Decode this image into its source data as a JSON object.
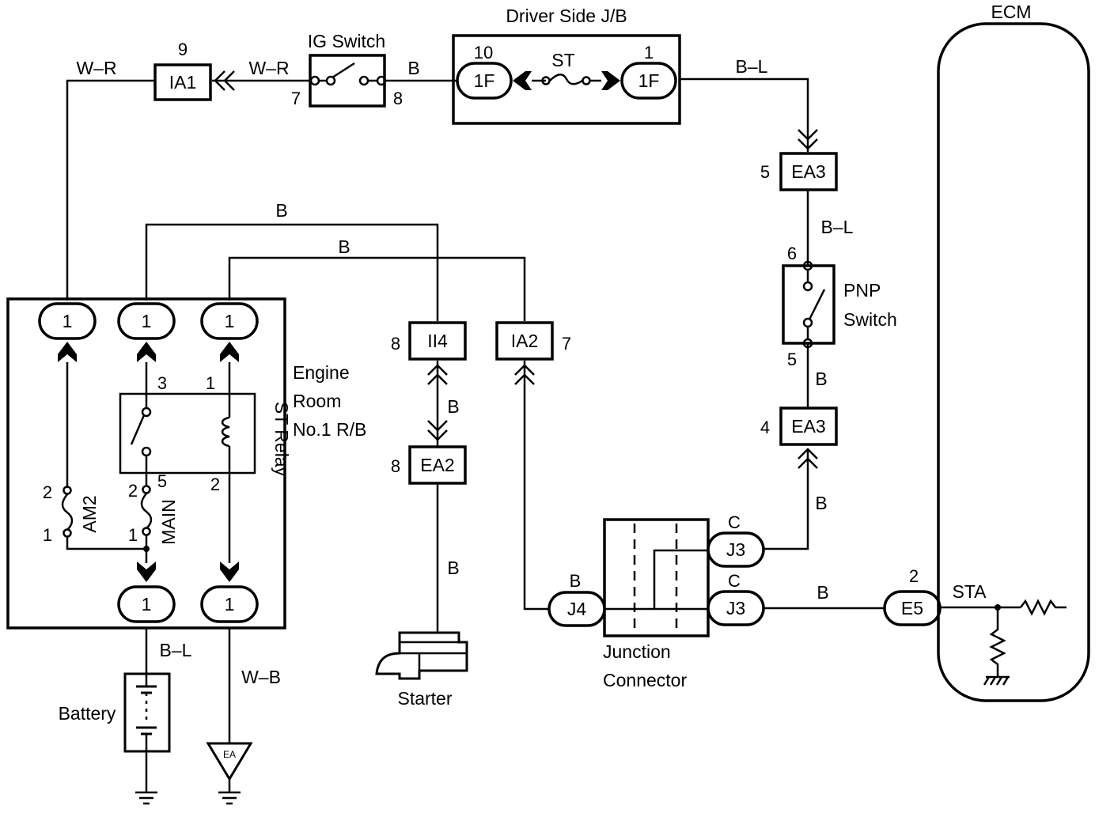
{
  "components": {
    "driver_jb": "Driver Side J/B",
    "ig_switch": "IG Switch",
    "ecm": "ECM",
    "engine_room_rb": [
      "Engine",
      "Room",
      "No.1 R/B"
    ],
    "st_relay": "ST Relay",
    "pnp_switch": [
      "PNP",
      "Switch"
    ],
    "junction_connector": [
      "Junction",
      "Connector"
    ],
    "battery": "Battery",
    "starter": "Starter",
    "fuse_st": "ST",
    "fuse_am2": "AM2",
    "fuse_main": "MAIN",
    "ecm_sta": "STA",
    "ground_ea": "EA"
  },
  "connectors": {
    "ia1": "IA1",
    "ig_1f_left": "1F",
    "ig_1f_right": "1F",
    "ea3_top": "EA3",
    "ea3_bottom": "EA3",
    "ii4": "II4",
    "ia2": "IA2",
    "ea2": "EA2",
    "rb_top_1": "1",
    "rb_top_2": "1",
    "rb_top_3": "1",
    "rb_bot_1": "1",
    "rb_bot_2": "1",
    "j3_top": "J3",
    "j3_bottom": "J3",
    "j4": "J4",
    "e5": "E5"
  },
  "pins": {
    "ia1": "9",
    "ig_in": "7",
    "ig_out": "8",
    "jb_left": "10",
    "jb_right": "1",
    "ea3_top": "5",
    "pnp_top": "6",
    "pnp_bottom": "5",
    "ea3_bottom": "4",
    "ii4": "8",
    "ia2": "7",
    "ea2": "8",
    "relay_3": "3",
    "relay_1": "1",
    "relay_2": "2",
    "am2_top": "2",
    "am2_bottom": "1",
    "main_2": "2",
    "main_5": "5",
    "main_1": "1",
    "e5": "2",
    "j3_top_c": "C",
    "j3_bot_c": "C",
    "j4_b": "B"
  },
  "wires": {
    "wr_left": "W–R",
    "wr_right": "W–R",
    "b_ig_jb": "B",
    "bl_jb_ea3": "B–L",
    "bl_ea3_pnp": "B–L",
    "b_pnp_ea3": "B",
    "b_ea3_j3": "B",
    "b_top_1": "B",
    "b_top_2": "B",
    "b_ii4_ea2": "B",
    "b_ea2_starter": "B",
    "b_j3_e5": "B",
    "bl_battery": "B–L",
    "wb_ground": "W–B"
  }
}
